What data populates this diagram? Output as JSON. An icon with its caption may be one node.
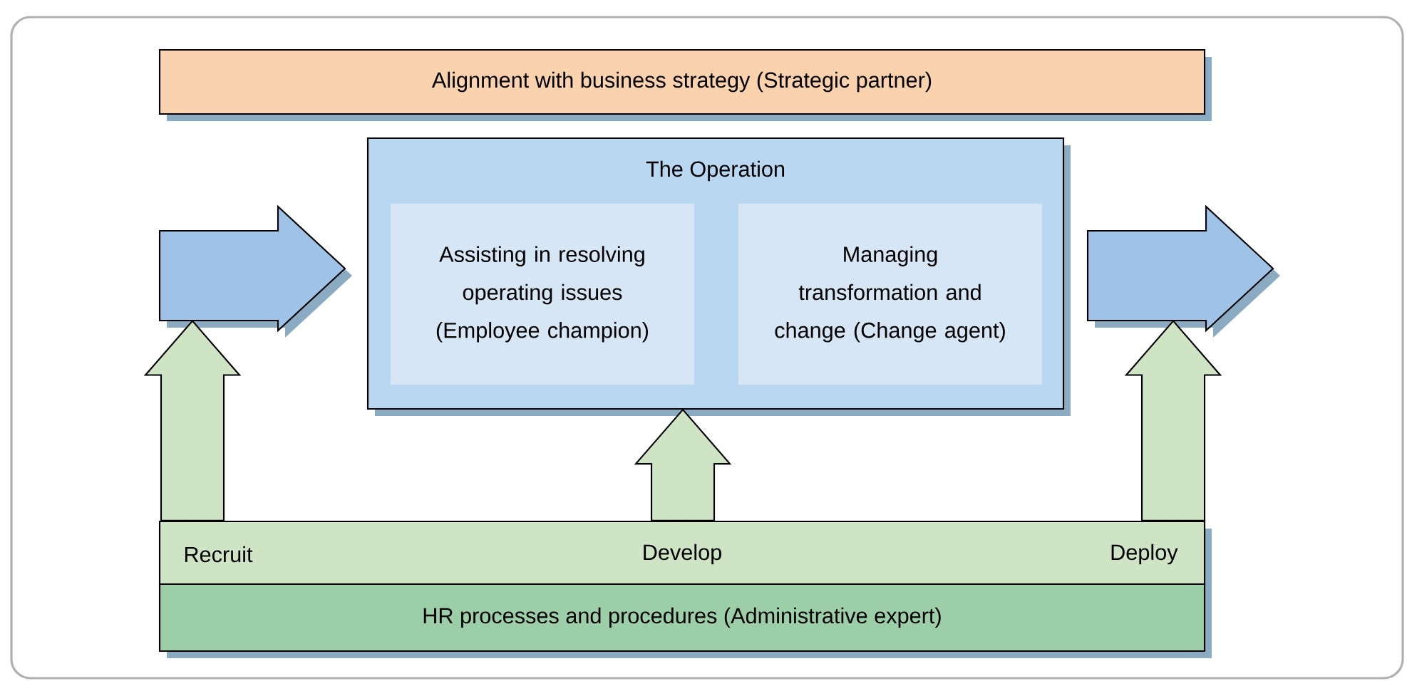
{
  "diagram": {
    "nodes": [
      {
        "text": [
          "Alignment with business strategy (Strategic partner)"
        ]
      },
      {
        "text": [
          "The Operation"
        ]
      },
      {
        "text": [
          "Assisting in resolving operating issues (Employee champion)"
        ],
        "in": 1
      },
      {
        "text": [
          "Managing transformation and change (Change agent)"
        ],
        "in": 1
      },
      {
        "text": [],
        "shape": "arrow"
      },
      {
        "text": [],
        "shape": "arrow"
      },
      {
        "text": [
          "Recruit",
          "Develop",
          "Deploy"
        ]
      },
      {
        "text": [
          "HR processes and procedures (Administrative expert)"
        ]
      }
    ],
    "edges": [
      {
        "from": 6,
        "to": 4,
        "arrow": "to"
      },
      {
        "from": 6,
        "to": 1,
        "arrow": "to"
      },
      {
        "from": 6,
        "to": 5,
        "arrow": "to"
      }
    ]
  }
}
